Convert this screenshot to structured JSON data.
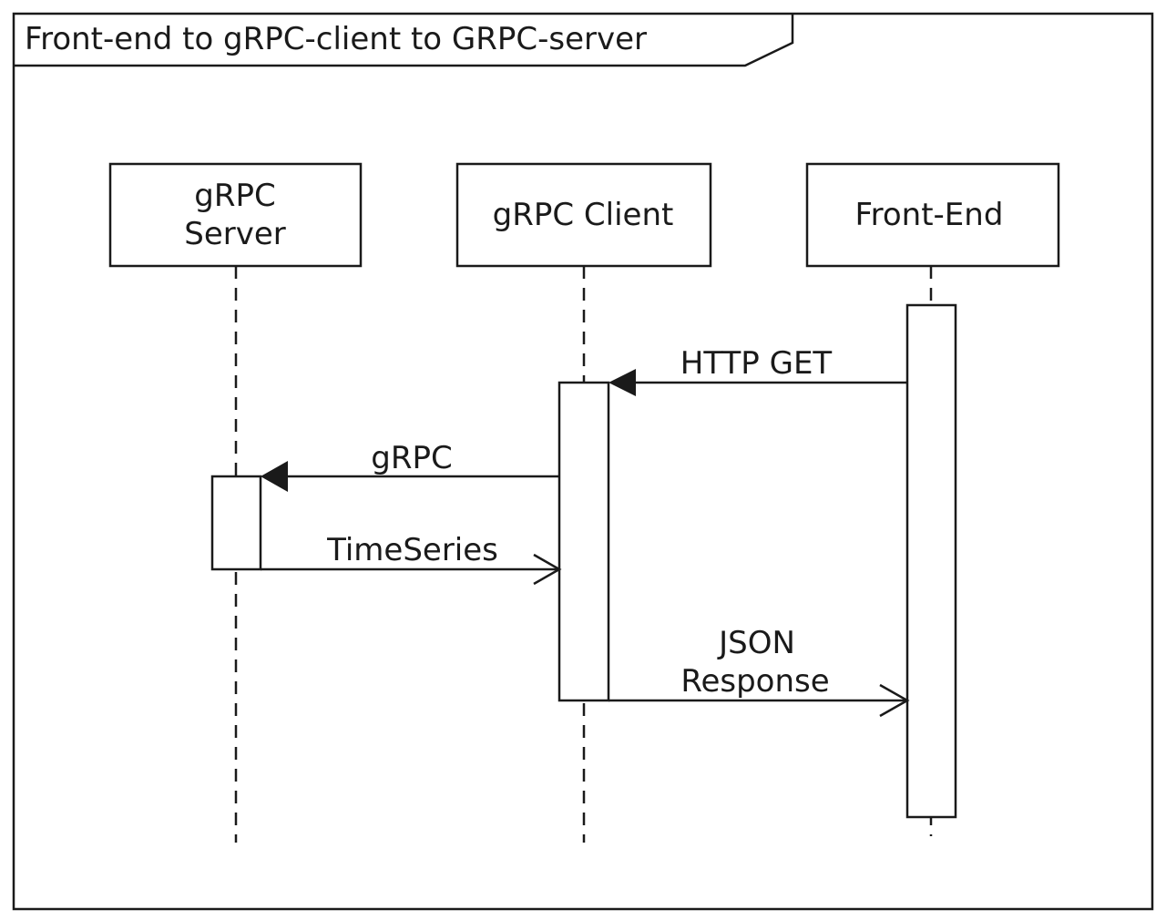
{
  "frame": {
    "title": "Front-end to gRPC-client to GRPC-server"
  },
  "participants": [
    {
      "id": "server",
      "label_lines": [
        "gRPC",
        "Server"
      ]
    },
    {
      "id": "client",
      "label_lines": [
        "gRPC Client"
      ]
    },
    {
      "id": "frontend",
      "label_lines": [
        "Front-End"
      ]
    }
  ],
  "messages": [
    {
      "id": "http-get",
      "label_lines": [
        "HTTP GET"
      ],
      "from": "frontend",
      "to": "client",
      "kind": "synchronous"
    },
    {
      "id": "grpc-call",
      "label_lines": [
        "gRPC"
      ],
      "from": "client",
      "to": "server",
      "kind": "synchronous"
    },
    {
      "id": "timeseries-return",
      "label_lines": [
        "TimeSeries"
      ],
      "from": "server",
      "to": "client",
      "kind": "reply"
    },
    {
      "id": "json-response",
      "label_lines": [
        "JSON",
        "Response"
      ],
      "from": "client",
      "to": "frontend",
      "kind": "reply"
    }
  ],
  "colors": {
    "stroke": "#1a1a1a",
    "background": "#ffffff"
  }
}
